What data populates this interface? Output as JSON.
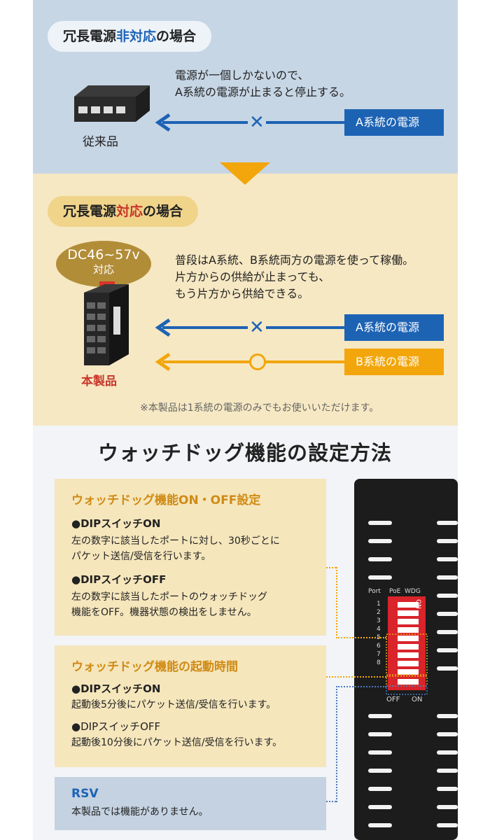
{
  "top": {
    "pill_a": "冗長電源",
    "pill_b": "非対応",
    "pill_c": "の場合",
    "desc_1": "電源が一個しかないので、",
    "desc_2": "A系統の電源が止まると停止する。",
    "product_label": "従来品",
    "source_a": "A系統の電源"
  },
  "middle": {
    "pill_a": "冗長電源",
    "pill_b": "対応",
    "pill_c": "の場合",
    "badge_voltage": "DC46~57v",
    "badge_sub": "対応",
    "desc_1": "普段はA系統、B系統両方の電源を使って稼働。",
    "desc_2": "片方からの供給が止まっても、",
    "desc_3": "もう片方から供給できる。",
    "product_label": "本製品",
    "source_a": "A系統の電源",
    "source_b": "B系統の電源",
    "note": "※本製品は1系統の電源のみでもお使いいただけます。"
  },
  "watchdog": {
    "title": "ウォッチドッグ機能の設定方法",
    "card1": {
      "heading": "ウォッチドッグ機能ON・OFF設定",
      "on_label": "●DIPスイッチON",
      "on_text_1": "左の数字に該当したポートに対し、30秒ごとに",
      "on_text_2": "パケット送信/受信を行います。",
      "off_label": "●DIPスイッチOFF",
      "off_text_1": "左の数字に該当したポートのウォッチドッグ",
      "off_text_2": "機能をOFF。機器状態の検出をしません。"
    },
    "card2": {
      "heading": "ウォッチドッグ機能の起動時間",
      "on_label": "●DIPスイッチON",
      "on_text": "起動後5分後にパケット送信/受信を行います。",
      "off_label": "●DIPスイッチOFF",
      "off_text": "起動後10分後にパケット送信/受信を行います。"
    },
    "card3": {
      "heading": "RSV",
      "text": "本製品では機能がありません。"
    },
    "device": {
      "col_port": "Port",
      "col_poe": "PoE",
      "col_wdg": "WDG",
      "on_mark": "ON",
      "ports": [
        "1",
        "2",
        "3",
        "4",
        "5",
        "6",
        "7",
        "8"
      ],
      "off_label": "OFF",
      "on_label": "ON"
    }
  },
  "colors": {
    "blue": "#1d63b4",
    "orange": "#f2a60c",
    "red": "#c8362c",
    "gold": "#d08b15"
  }
}
